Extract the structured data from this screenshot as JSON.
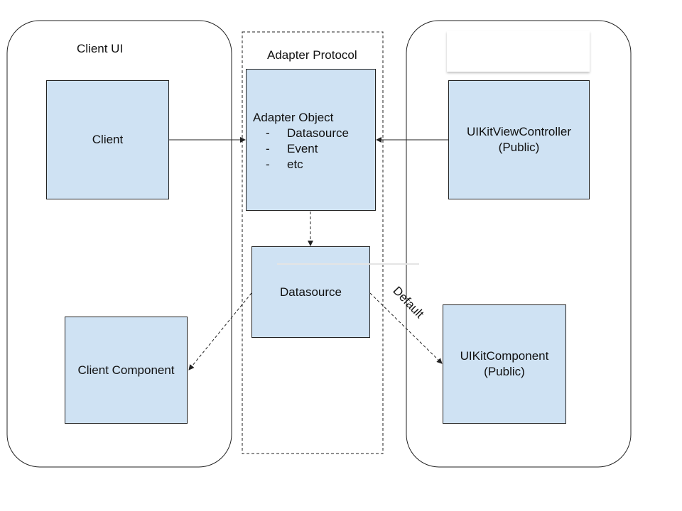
{
  "lanes": {
    "client": {
      "title": "Client UI"
    },
    "adapter": {
      "title": "Adapter Protocol"
    },
    "uikit": {
      "title": ""
    }
  },
  "nodes": {
    "client": {
      "label": "Client"
    },
    "adapter_object": {
      "title": "Adapter Object",
      "items": [
        "Datasource",
        "Event",
        "etc"
      ]
    },
    "datasource": {
      "label": "Datasource"
    },
    "uikit_view_controller": {
      "line1": "UIKitViewController",
      "line2": "(Public)"
    },
    "client_component": {
      "label": "Client Component"
    },
    "uikit_component": {
      "line1": "UIKitComponent",
      "line2": "(Public)"
    }
  },
  "edges": {
    "datasource_to_uikit_component": {
      "label": "Default"
    }
  },
  "colors": {
    "node_fill": "#cfe2f3",
    "stroke": "#222222"
  }
}
